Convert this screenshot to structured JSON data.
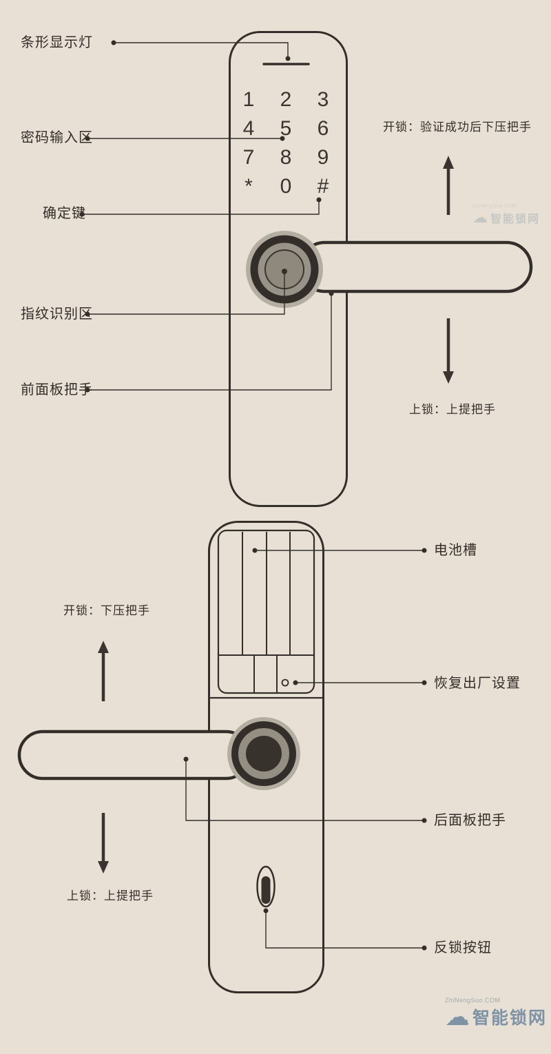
{
  "colors": {
    "background": "#e8e0d5",
    "ink": "#332e29",
    "halo_gray": "#b4ada2",
    "knob_gray": "#918b80",
    "watermark_blue": "#7e93a6"
  },
  "front": {
    "keypad_keys": [
      "1",
      "2",
      "3",
      "4",
      "5",
      "6",
      "7",
      "8",
      "9",
      "*",
      "0",
      "#"
    ],
    "labels": {
      "display": "条形显示灯",
      "keypad": "密码输入区",
      "confirm": "确定键",
      "fingerprint": "指纹识别区",
      "handle": "前面板把手"
    },
    "hints": {
      "unlock": "开锁：验证成功后下压把手",
      "lock": "上锁：上提把手"
    }
  },
  "back": {
    "labels": {
      "battery": "电池槽",
      "reset": "恢复出厂设置",
      "handle": "后面板把手",
      "deadbolt": "反锁按钮"
    },
    "hints": {
      "unlock": "开锁：下压把手",
      "lock": "上锁：上提把手"
    }
  },
  "watermark": {
    "icon": "☁",
    "site_name": "智能锁网",
    "site_url": "ZhiNengSuo.COM"
  }
}
